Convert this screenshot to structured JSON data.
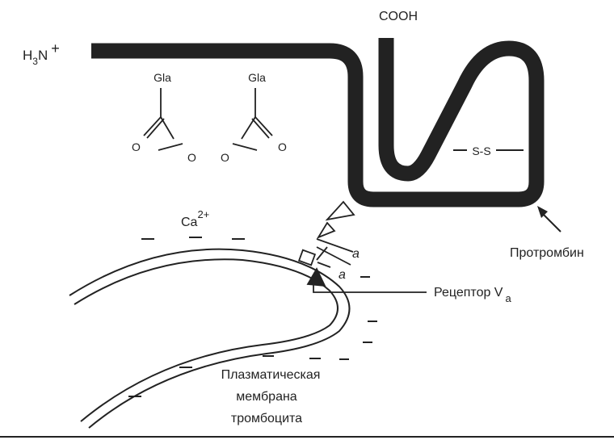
{
  "labels": {
    "n_terminus": {
      "base": "H",
      "sub": "3",
      "rest": "N",
      "sup": "+"
    },
    "c_terminus": "COOH",
    "gla_1": "Gla",
    "gla_2": "Gla",
    "o_1a": "O",
    "o_1b": "O",
    "o_2a": "O",
    "o_2b": "O",
    "disulfide": "S-S",
    "calcium": {
      "base": "Ca",
      "sup": "2+"
    },
    "prothrombin": "Протромбин",
    "receptor": {
      "base": "Рецептор V",
      "sub": "a"
    },
    "factor_a_1": "a",
    "factor_a_2": "a",
    "membrane_line1": "Плазматическая",
    "membrane_line2": "мембрана",
    "membrane_line3": "тромбоцита"
  },
  "colors": {
    "ink": "#222222",
    "background": "#ffffff"
  }
}
